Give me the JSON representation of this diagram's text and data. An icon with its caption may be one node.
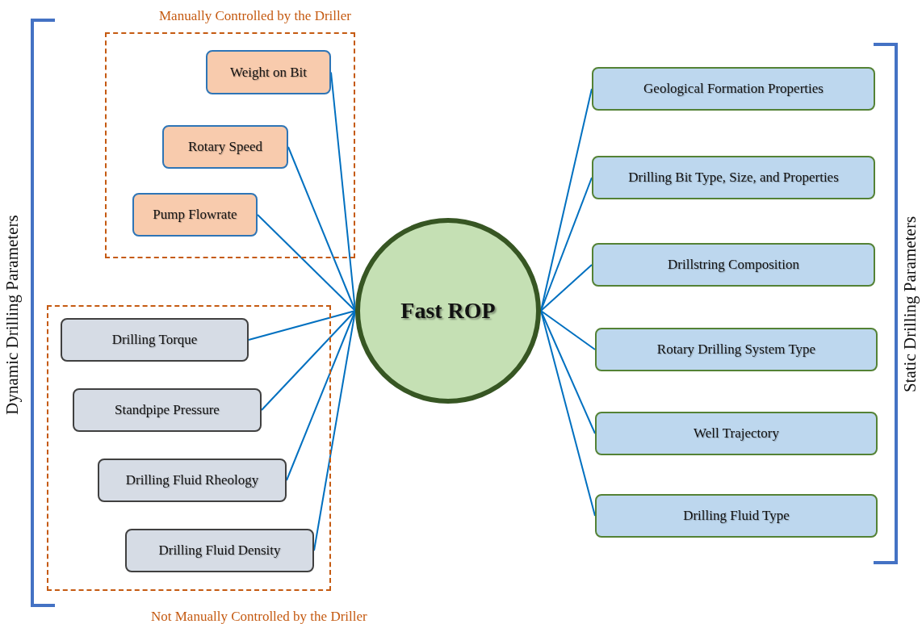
{
  "diagram": {
    "nodes": [
      {
        "text": [
          "Manually Controlled by the Driller"
        ]
      },
      {
        "text": [
          "Weight on Bit"
        ],
        "in": 0
      },
      {
        "text": [
          "Rotary Speed"
        ],
        "in": 0
      },
      {
        "text": [
          "Pump Flowrate"
        ],
        "in": 0
      },
      {
        "text": [
          "Not Manually Controlled by the Driller"
        ]
      },
      {
        "text": [
          "Drilling Torque"
        ],
        "in": 4
      },
      {
        "text": [
          "Standpipe Pressure"
        ],
        "in": 4
      },
      {
        "text": [
          "Drilling Fluid Rheology"
        ],
        "in": 4
      },
      {
        "text": [
          "Drilling Fluid Density"
        ],
        "in": 4
      },
      {
        "text": [
          "Fast ROP"
        ]
      },
      {
        "text": [
          "Geological Formation Properties"
        ]
      },
      {
        "text": [
          "Drilling Bit Type, Size, and Properties"
        ]
      },
      {
        "text": [
          "Drillstring Composition"
        ]
      },
      {
        "text": [
          "Rotary Drilling System Type"
        ]
      },
      {
        "text": [
          "Well Trajectory"
        ]
      },
      {
        "text": [
          "Drilling Fluid Type"
        ]
      }
    ],
    "edges": [
      {
        "from": 1,
        "to": 9,
        "arrow": "none"
      },
      {
        "from": 2,
        "to": 9,
        "arrow": "none"
      },
      {
        "from": 3,
        "to": 9,
        "arrow": "none"
      },
      {
        "from": 5,
        "to": 9,
        "arrow": "none"
      },
      {
        "from": 6,
        "to": 9,
        "arrow": "none"
      },
      {
        "from": 7,
        "to": 9,
        "arrow": "none"
      },
      {
        "from": 8,
        "to": 9,
        "arrow": "none"
      },
      {
        "from": 9,
        "to": 10,
        "arrow": "none"
      },
      {
        "from": 9,
        "to": 11,
        "arrow": "none"
      },
      {
        "from": 9,
        "to": 12,
        "arrow": "none"
      },
      {
        "from": 9,
        "to": 13,
        "arrow": "none"
      },
      {
        "from": 9,
        "to": 14,
        "arrow": "none"
      },
      {
        "from": 9,
        "to": 15,
        "arrow": "none"
      }
    ],
    "labels": [
      "Dynamic Drilling Parameters",
      "Static Drilling Parameters"
    ]
  }
}
